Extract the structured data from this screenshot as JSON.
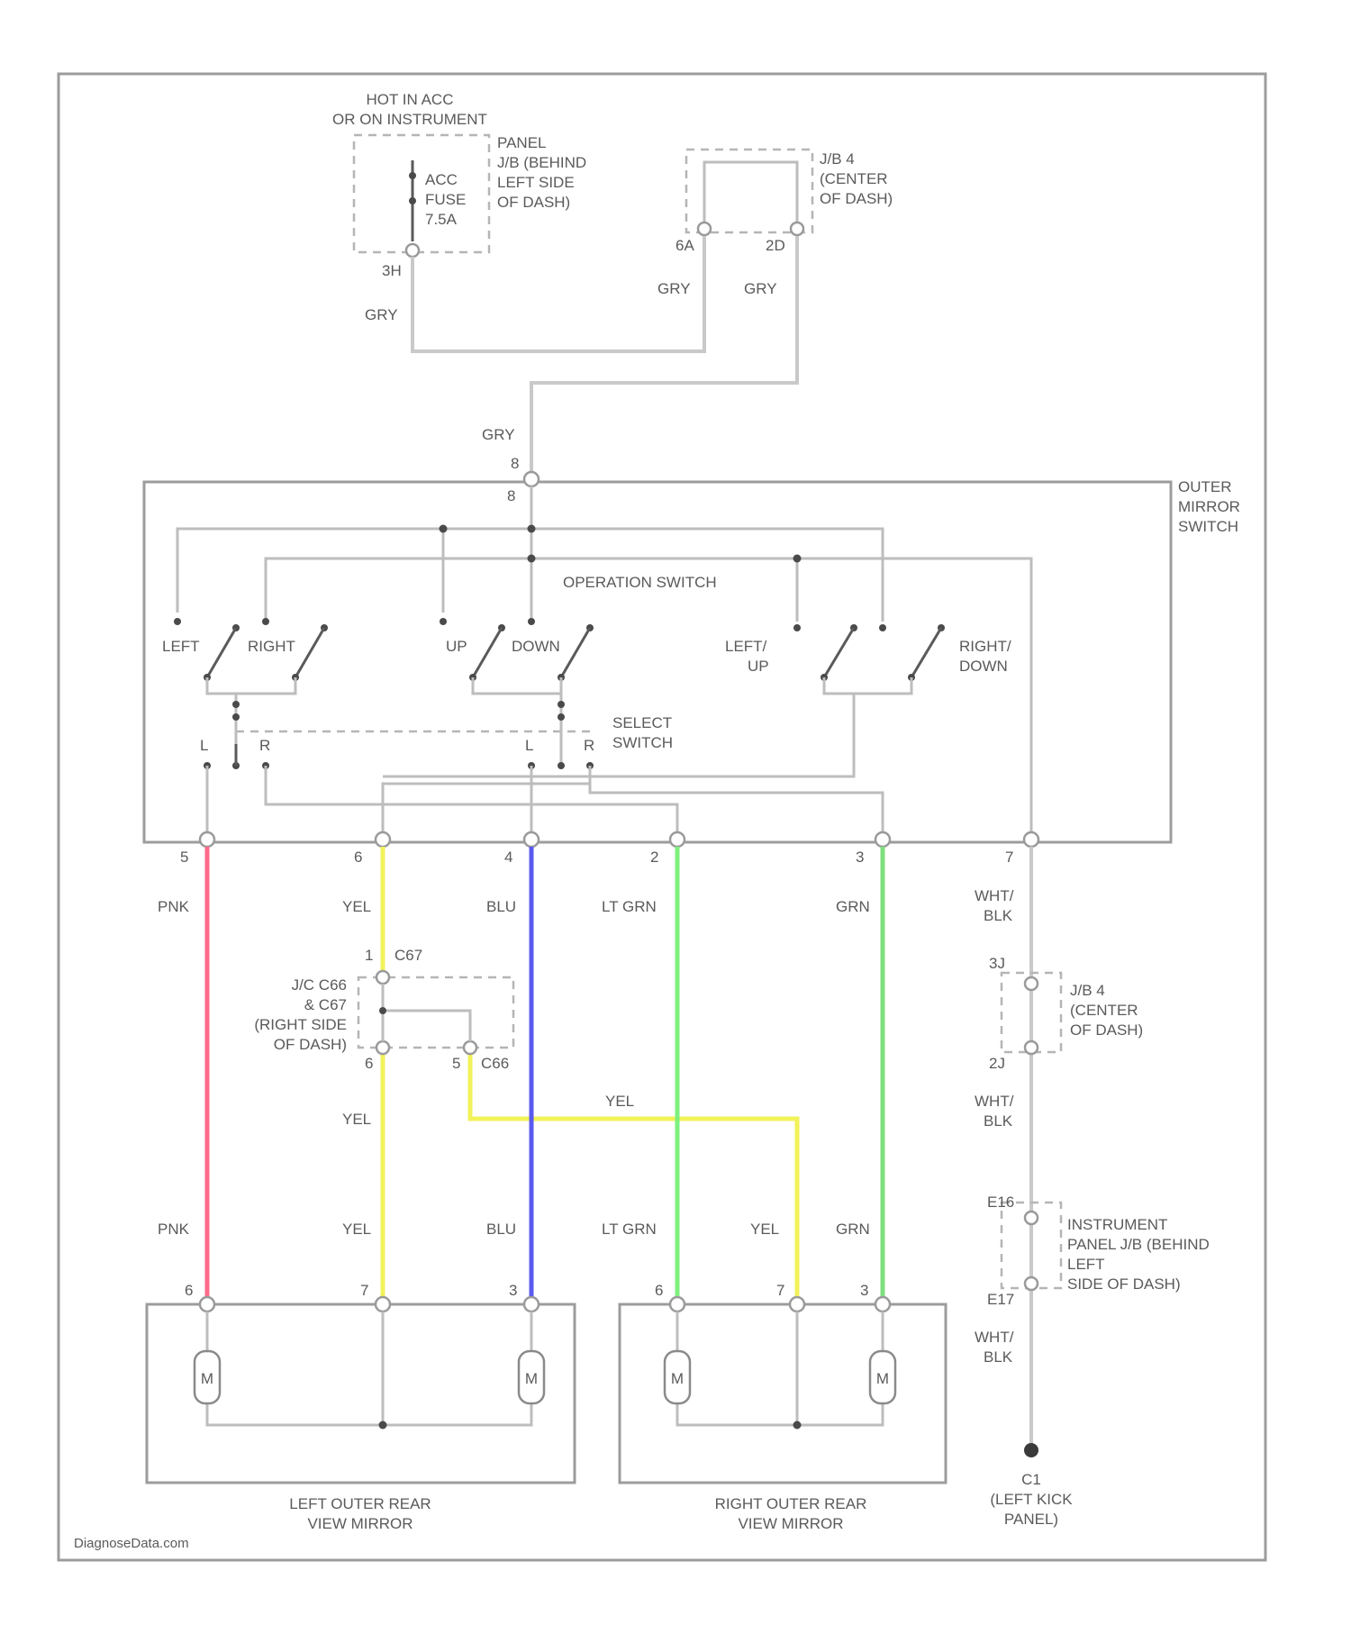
{
  "wire_colors": {
    "PNK": "#ff6b8a",
    "YEL": "#f2f25a",
    "BLU": "#5a5af0",
    "LT GRN": "#7df07d",
    "GRN": "#7de07d",
    "GRY": "#c9c9c9",
    "WHT/BLK": "#c9c9c9"
  },
  "fuse_block": {
    "hot_label": [
      "HOT IN ACC",
      "OR ON INSTRUMENT"
    ],
    "location": [
      "PANEL",
      "J/B (BEHIND",
      "LEFT SIDE",
      "OF DASH)"
    ],
    "fuse": [
      "ACC",
      "FUSE",
      "7.5A"
    ],
    "pin": "3H"
  },
  "jb4_top": {
    "name": [
      "J/B 4",
      "(CENTER",
      "OF DASH)"
    ],
    "pin_left": "6A",
    "pin_right": "2D"
  },
  "wire_labels": {
    "gry_1": "GRY",
    "gry_2": "GRY",
    "gry_3": "GRY",
    "gry_4": "GRY",
    "pnk_1": "PNK",
    "yel_1": "YEL",
    "blu_1": "BLU",
    "ltgrn_1": "LT GRN",
    "grn_1": "GRN",
    "whtblk_1": [
      "WHT/",
      "BLK"
    ],
    "yel_2": "YEL",
    "yel_3": "YEL",
    "whtblk_2": [
      "WHT/",
      "BLK"
    ],
    "pnk_2": "PNK",
    "yel_4": "YEL",
    "blu_2": "BLU",
    "ltgrn_2": "LT GRN",
    "yel_5": "YEL",
    "grn_2": "GRN",
    "whtblk_3": [
      "WHT/",
      "BLK"
    ]
  },
  "switch": {
    "component": [
      "OUTER",
      "MIRROR",
      "SWITCH"
    ],
    "input_pin": "8",
    "input_pin_top": "8",
    "operation_label": "OPERATION SWITCH",
    "left": "LEFT",
    "right": "RIGHT",
    "up": "UP",
    "down": "DOWN",
    "left_up": [
      "LEFT/",
      "UP"
    ],
    "right_down": [
      "RIGHT/",
      "DOWN"
    ],
    "select_label": [
      "SELECT",
      "SWITCH"
    ],
    "select_l1": "L",
    "select_r1": "R",
    "select_l2": "L",
    "select_r2": "R",
    "pins": [
      "5",
      "6",
      "4",
      "2",
      "3",
      "7"
    ]
  },
  "junction": {
    "name": [
      "J/C C66",
      "& C67",
      "(RIGHT SIDE",
      "OF DASH)"
    ],
    "top_pin": "1",
    "top_conn": "C67",
    "bl_pin": "6",
    "br_pin": "5",
    "br_conn": "C66"
  },
  "jb4_bottom": {
    "name": [
      "J/B 4",
      "(CENTER",
      "OF DASH)"
    ],
    "pin_top": "3J",
    "pin_bottom": "2J"
  },
  "ip_jb": {
    "name": [
      "INSTRUMENT",
      "PANEL J/B (BEHIND",
      "LEFT",
      "SIDE OF DASH)"
    ],
    "pin_top": "E16",
    "pin_bottom": "E17"
  },
  "left_mirror": {
    "name": [
      "LEFT OUTER REAR",
      "VIEW MIRROR"
    ],
    "pins": [
      "6",
      "7",
      "3"
    ],
    "motor_label": "M"
  },
  "right_mirror": {
    "name": [
      "RIGHT OUTER REAR",
      "VIEW MIRROR"
    ],
    "pins": [
      "6",
      "7",
      "3"
    ],
    "motor_label": "M"
  },
  "ground": {
    "name": [
      "C1",
      "(LEFT KICK",
      "PANEL)"
    ]
  },
  "watermark": "DiagnoseData.com"
}
